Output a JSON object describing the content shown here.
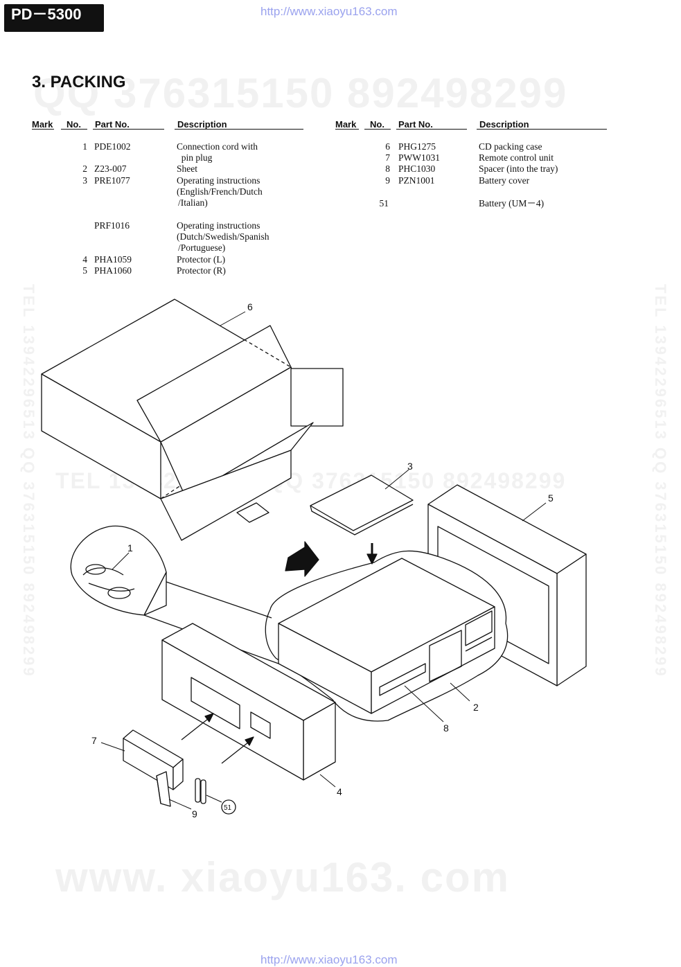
{
  "header": {
    "model": "PD－5300",
    "url": "http://www.xiaoyu163.com"
  },
  "section_title": "3. PACKING",
  "watermarks": {
    "qq": "QQ 376315150   892498299",
    "tel_mid": "TEL 13942296513   QQ 376315150 892498299",
    "side": "TEL 13942296513 QQ 376315150 892498299",
    "www": "www. xiaoyu163. com"
  },
  "columns": {
    "mark": "Mark",
    "no": "No.",
    "part_no": "Part No.",
    "description": "Description"
  },
  "parts_left": [
    {
      "no": "1",
      "part_no": "PDE1002",
      "desc": [
        "Connection cord with",
        "  pin plug"
      ]
    },
    {
      "no": "2",
      "part_no": "Z23-007",
      "desc": [
        "Sheet"
      ]
    },
    {
      "no": "3",
      "part_no": "PRE1077",
      "desc": [
        "Operating instructions",
        "(English/French/Dutch",
        "/Italian)"
      ]
    },
    {
      "no": "",
      "part_no": "PRF1016",
      "desc": [
        "Operating instructions",
        "(Dutch/Swedish/Spanish",
        "/Portuguese)"
      ]
    },
    {
      "no": "4",
      "part_no": "PHA1059",
      "desc": [
        "Protector (L)"
      ]
    },
    {
      "no": "5",
      "part_no": "PHA1060",
      "desc": [
        "Protector (R)"
      ]
    }
  ],
  "parts_right": [
    {
      "no": "6",
      "part_no": "PHG1275",
      "desc": [
        "CD packing case"
      ]
    },
    {
      "no": "7",
      "part_no": "PWW1031",
      "desc": [
        "Remote control unit"
      ]
    },
    {
      "no": "8",
      "part_no": "PHC1030",
      "desc": [
        "Spacer (into the tray)"
      ]
    },
    {
      "no": "9",
      "part_no": "PZN1001",
      "desc": [
        "Battery cover"
      ]
    },
    {
      "no": "51",
      "part_no": "",
      "desc": [
        "Battery (UM－4)"
      ]
    }
  ],
  "callouts": {
    "c1": "1",
    "c2": "2",
    "c3": "3",
    "c4": "4",
    "c5": "5",
    "c6": "6",
    "c7": "7",
    "c8": "8",
    "c9": "9",
    "c51": "51"
  }
}
